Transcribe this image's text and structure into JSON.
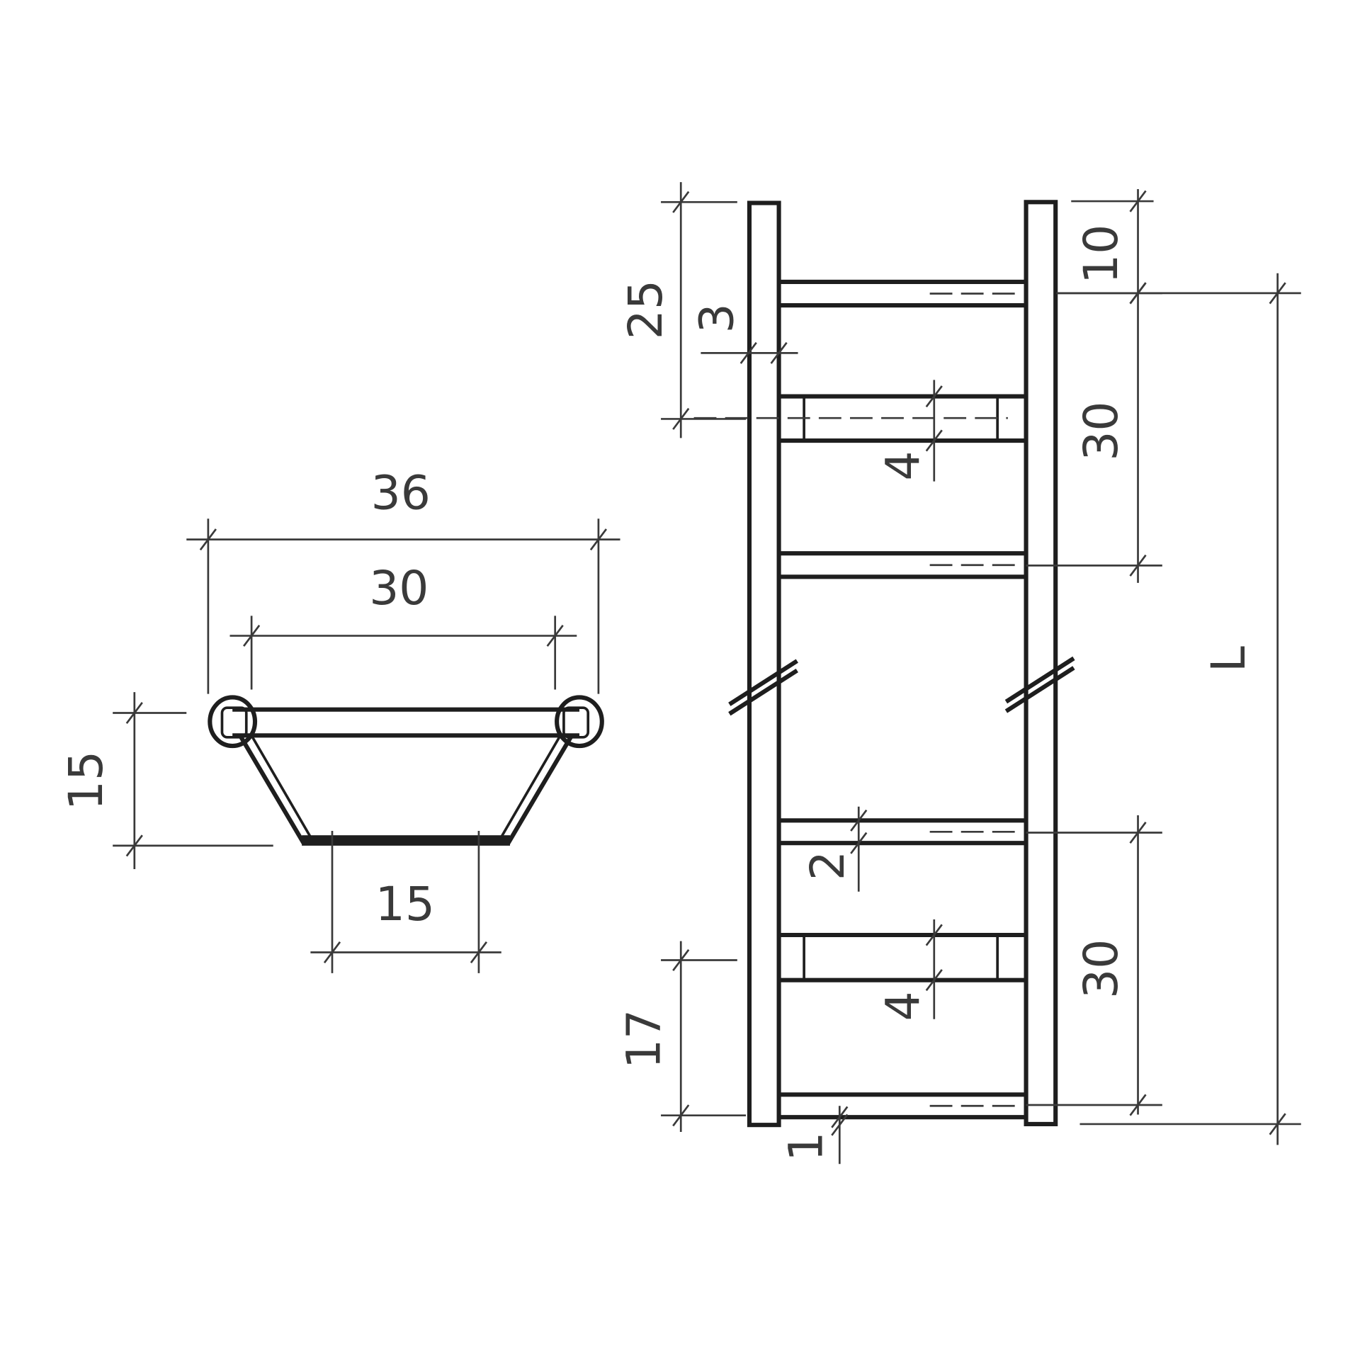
{
  "section_view": {
    "dim_overall_width": "36",
    "dim_rail_spacing": "30",
    "dim_height": "15",
    "dim_bottom_width": "15"
  },
  "elevation_view": {
    "dim_top_to_tube": "25",
    "dim_rail_thickness": "3",
    "dim_tube_upper": "4",
    "dim_top_offset": "10",
    "dim_spacing_upper": "30",
    "dim_length": "L",
    "dim_rung_thickness": "2",
    "dim_spacing_lower": "30",
    "dim_tube_lower": "4",
    "dim_bottom_to_tube": "17",
    "dim_bottom_offset": "1"
  }
}
